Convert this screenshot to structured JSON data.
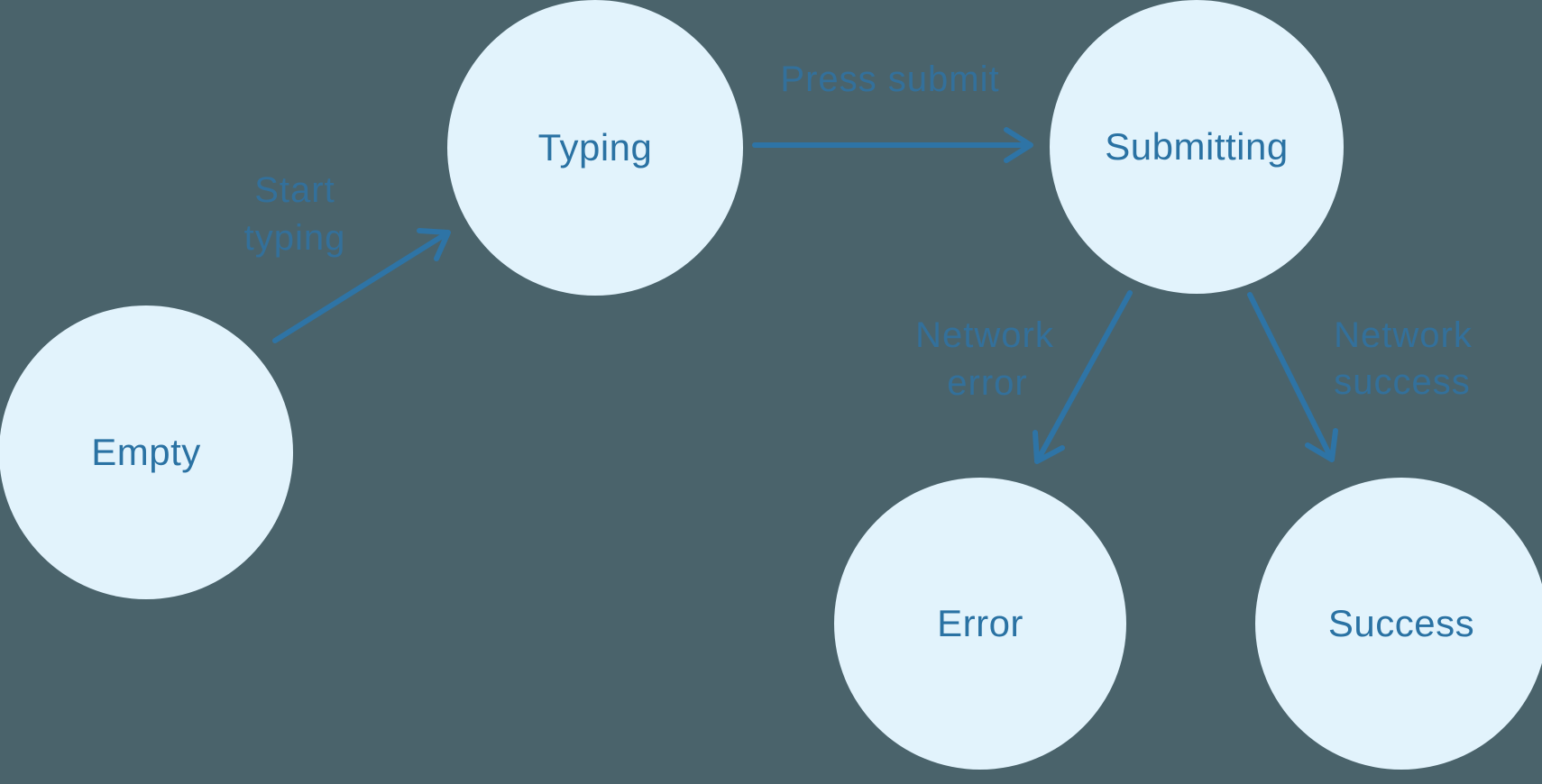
{
  "diagram": {
    "type": "state-machine",
    "colors": {
      "background": "#4a636b",
      "node_fill": "#e2f3fc",
      "node_text": "#2a72a3",
      "arrow": "#2e74a6",
      "edge_label_text": "#2e74a6"
    },
    "states": [
      {
        "id": "empty",
        "label": "Empty"
      },
      {
        "id": "typing",
        "label": "Typing"
      },
      {
        "id": "submitting",
        "label": "Submitting"
      },
      {
        "id": "error",
        "label": "Error"
      },
      {
        "id": "success",
        "label": "Success"
      }
    ],
    "transitions": [
      {
        "from": "empty",
        "to": "typing",
        "label": "Start typing",
        "lines": [
          "Start",
          "typing"
        ]
      },
      {
        "from": "typing",
        "to": "submitting",
        "label": "Press submit",
        "lines": [
          "Press submit"
        ]
      },
      {
        "from": "submitting",
        "to": "error",
        "label": "Network error",
        "lines": [
          "Network",
          "error"
        ]
      },
      {
        "from": "submitting",
        "to": "success",
        "label": "Network success",
        "lines": [
          "Network",
          "success"
        ]
      }
    ]
  }
}
